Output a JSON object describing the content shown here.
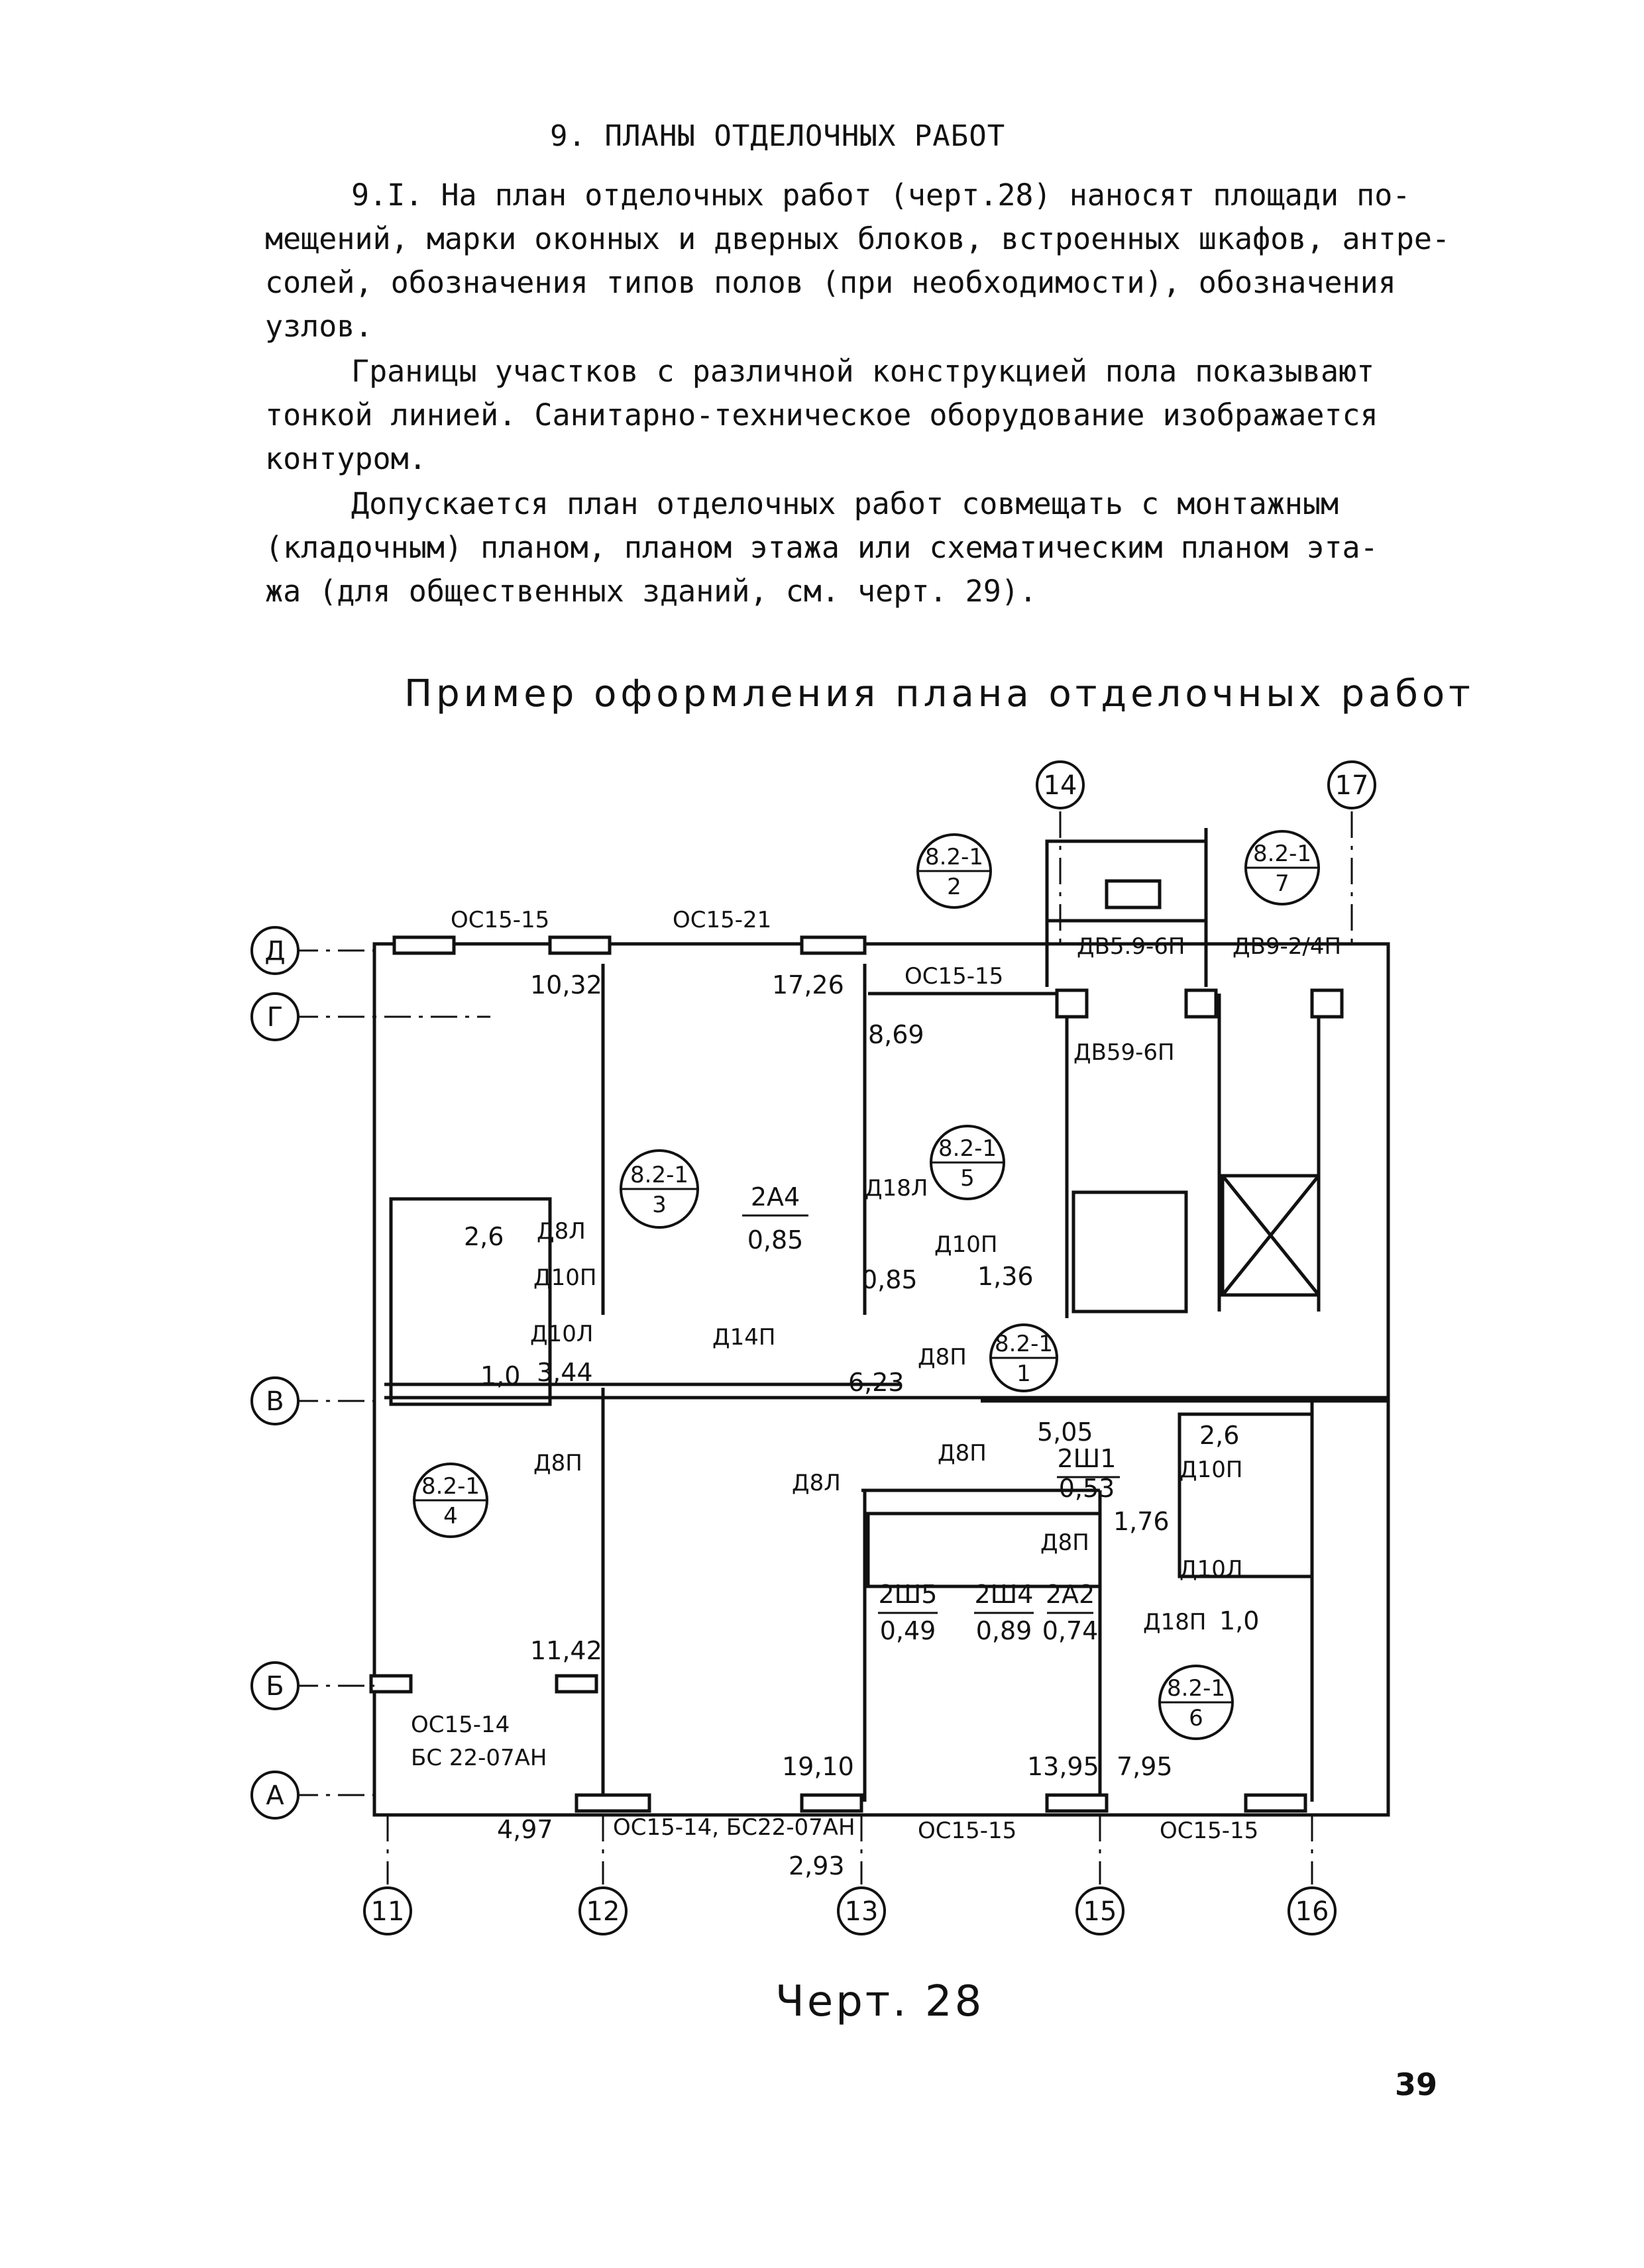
{
  "section": {
    "title": "9. ПЛАНЫ ОТДЕЛОЧНЫХ РАБОТ",
    "para1": [
      "9.I. На план отделочных работ (черт.28) наносят площади по-",
      "мещений, марки оконных и дверных блоков, встроенных шкафов, антре-",
      "солей, обозначения типов полов (при необходимости), обозначения",
      "узлов."
    ],
    "para2": [
      "Границы участков с различной конструкцией пола показывают",
      "тонкой линией. Санитарно-техническое оборудование изображается",
      "контуром."
    ],
    "para3": [
      "Допускается план отделочных работ совмещать с монтажным",
      "(кладочным) планом, планом этажа или схематическим планом эта-",
      "жа (для общественных зданий, см. черт. 29)."
    ]
  },
  "drawing": {
    "title": "Пример оформления плана отделочных работ",
    "caption": "Черт. 28",
    "axes": {
      "vertical": [
        "11",
        "12",
        "13",
        "14",
        "15",
        "16",
        "17"
      ],
      "horizontal": [
        "Д",
        "Г",
        "В",
        "Б",
        "А"
      ]
    },
    "window_marks": [
      "ОС15-15",
      "ОС15-21",
      "ОС15-15",
      "ОС15-14",
      "БС 22-07АН",
      "ОС15-14, БС22-07АН",
      "ОС15-15",
      "ОС15-15"
    ],
    "door_marks": [
      "ДВ5.9-6П",
      "ДВ9-2/4П",
      "ДВ59-6П",
      "Д18Л",
      "Д10П",
      "Д8Л",
      "Д10П",
      "Д10Л",
      "Д14П",
      "Д8П",
      "Д8П",
      "Д8П",
      "Д8Л",
      "Д10П",
      "Д8П",
      "Д10Л",
      "Д18П"
    ],
    "room_areas": [
      "10,32",
      "17,26",
      "8,69",
      "2,6",
      "1,0",
      "3,44",
      "6,23",
      "0,85",
      "1,36",
      "5,05",
      "2,6",
      "1,76",
      "11,42",
      "19,10",
      "13,95",
      "7,95",
      "4,97",
      "2,93",
      "1,0"
    ],
    "closets": [
      {
        "mark": "2А4",
        "area": "0,85"
      },
      {
        "mark": "2Ш1",
        "area": "0,53"
      },
      {
        "mark": "2Ш5",
        "area": "0,49"
      },
      {
        "mark": "2Ш4",
        "area": "0,89"
      },
      {
        "mark": "2А2",
        "area": "0,74"
      }
    ],
    "node_refs": [
      {
        "top": "8.2-1",
        "bottom": "2"
      },
      {
        "top": "8.2-1",
        "bottom": "7"
      },
      {
        "top": "8.2-1",
        "bottom": "3"
      },
      {
        "top": "8.2-1",
        "bottom": "5"
      },
      {
        "top": "8.2-1",
        "bottom": "1"
      },
      {
        "top": "8.2-1",
        "bottom": "4"
      },
      {
        "top": "8.2-1",
        "bottom": "6"
      }
    ]
  },
  "page_number": "39"
}
